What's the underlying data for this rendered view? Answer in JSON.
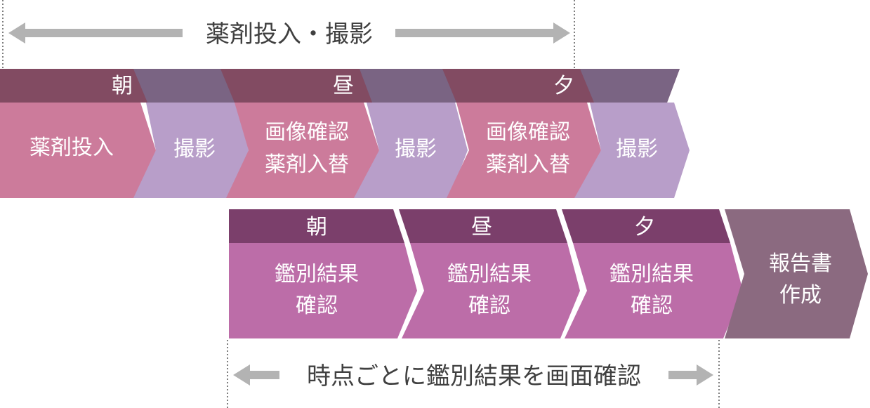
{
  "top_range": {
    "label": "薬剤投入・撮影"
  },
  "bottom_range": {
    "label": "時点ごとに鑑別結果を画面確認"
  },
  "row1": {
    "morning": {
      "time": "朝",
      "step_a": "薬剤投入",
      "step_b": "撮影"
    },
    "noon": {
      "time": "昼",
      "step_a_line1": "画像確認",
      "step_a_line2": "薬剤入替",
      "step_b": "撮影"
    },
    "evening": {
      "time": "夕",
      "step_a_line1": "画像確認",
      "step_a_line2": "薬剤入替",
      "step_b": "撮影"
    }
  },
  "row2": {
    "morning": {
      "time": "朝",
      "line1": "鑑別結果",
      "line2": "確認"
    },
    "noon": {
      "time": "昼",
      "line1": "鑑別結果",
      "line2": "確認"
    },
    "evening": {
      "time": "夕",
      "line1": "鑑別結果",
      "line2": "確認"
    },
    "report": {
      "line1": "報告書",
      "line2": "作成"
    }
  },
  "colors": {
    "header_dark": "#824b62",
    "header_overlay": "#7a6483",
    "step_pink": "#cc7b9b",
    "step_lavender": "#b89ec9",
    "row2_header": "#7b3f6b",
    "row2_body": "#bc6da8",
    "report": "#8b6a80",
    "arrow_gray": "#b3b3b3"
  }
}
